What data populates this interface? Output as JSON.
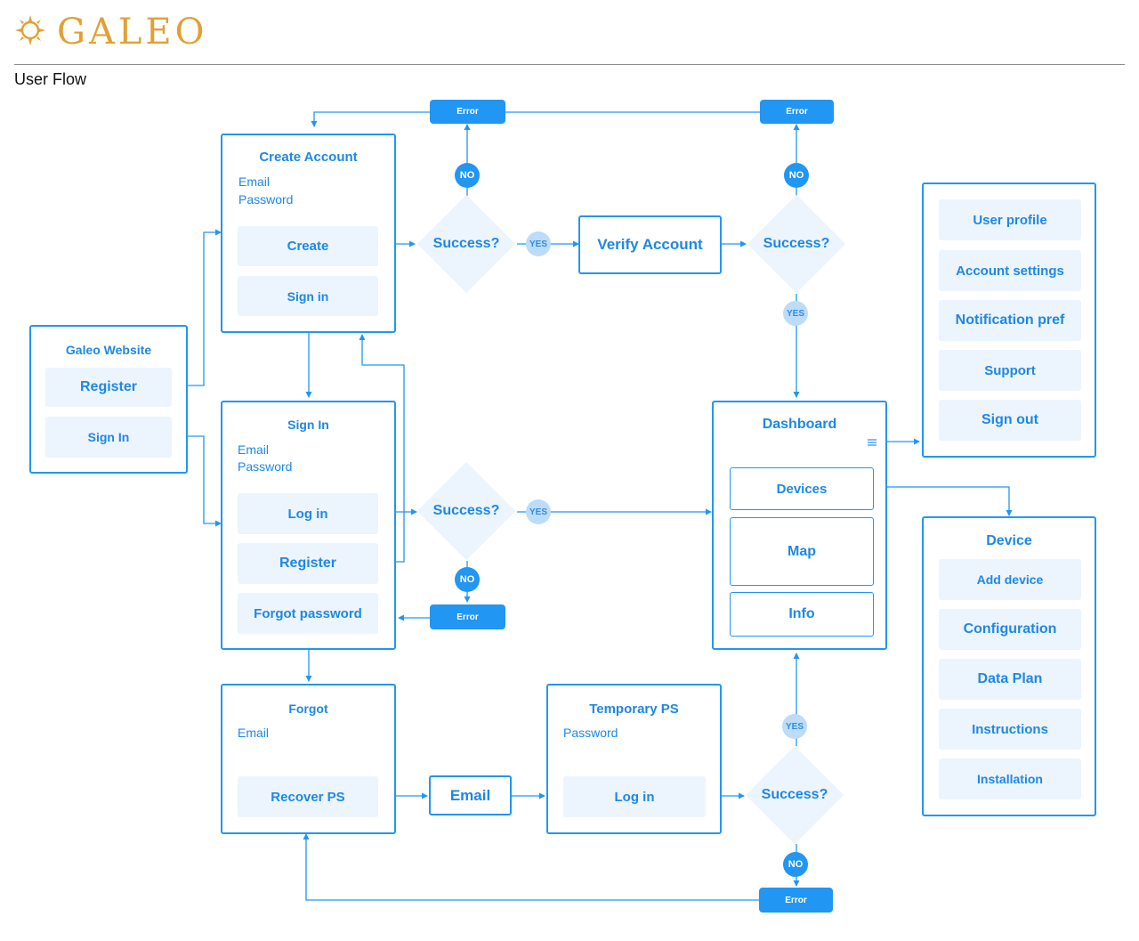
{
  "brand": {
    "name": "GALEO",
    "logo_icon": "compass-sun-icon",
    "color": "#e2a033"
  },
  "page": {
    "subtitle": "User Flow"
  },
  "colors": {
    "accent": "#2196f3",
    "button_bg": "#ecf4fd",
    "yes_bg": "#bcdcfa"
  },
  "nodes": {
    "galeo_website": {
      "title": "Galeo Website",
      "register": "Register",
      "sign_in": "Sign In"
    },
    "create_account": {
      "title": "Create Account",
      "email": "Email",
      "password": "Password",
      "create": "Create",
      "sign_in": "Sign in"
    },
    "sign_in": {
      "title": "Sign In",
      "email": "Email",
      "password": "Password",
      "log_in": "Log in",
      "register": "Register",
      "forgot_password": "Forgot password"
    },
    "forgot": {
      "title": "Forgot",
      "email": "Email",
      "recover": "Recover PS"
    },
    "email_step": {
      "label": "Email"
    },
    "temporary_ps": {
      "title": "Temporary PS",
      "password": "Password",
      "log_in": "Log in"
    },
    "verify_account": {
      "label": "Verify Account"
    },
    "dashboard": {
      "title": "Dashboard",
      "menu_icon": "hamburger-menu-icon",
      "devices": "Devices",
      "map": "Map",
      "info": "Info"
    },
    "profile_menu": {
      "items": [
        "User profile",
        "Account settings",
        "Notification pref",
        "Support",
        "Sign out"
      ]
    },
    "device": {
      "title": "Device",
      "items": [
        "Add device",
        "Configuration",
        "Data Plan",
        "Instructions",
        "Installation"
      ]
    }
  },
  "decisions": {
    "create_success": "Success?",
    "verify_success": "Success?",
    "signin_success": "Success?",
    "temp_success": "Success?"
  },
  "labels": {
    "error": "Error",
    "no": "NO",
    "yes": "YES"
  }
}
